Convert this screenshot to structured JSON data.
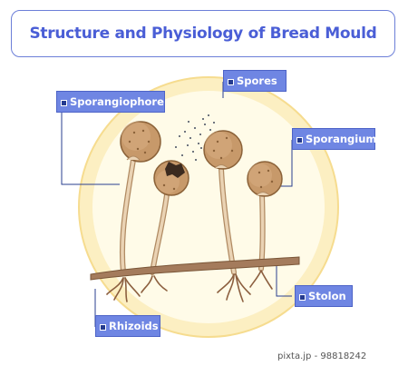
{
  "title": "Structure and Physiology of Bread Mould",
  "labels": {
    "sporangiophore": "Sporangiophore",
    "spores": "Spores",
    "sporangium": "Sporangium",
    "stolon": "Stolon",
    "rhizoids": "Rhizoids"
  },
  "credit": "pixta.jp - 98818242",
  "colors": {
    "title_text": "#4a5ed6",
    "title_border": "#6c7fd8",
    "label_fill": "#6f86e3",
    "halo_outer": "#fcefc2",
    "halo_inner": "#fffbe8",
    "sporangium_fill": "#c7996a",
    "stalk_fill": "#ead3b4",
    "stolon_fill": "#a47b5c",
    "rhizoid_color": "#8c5f3f"
  }
}
